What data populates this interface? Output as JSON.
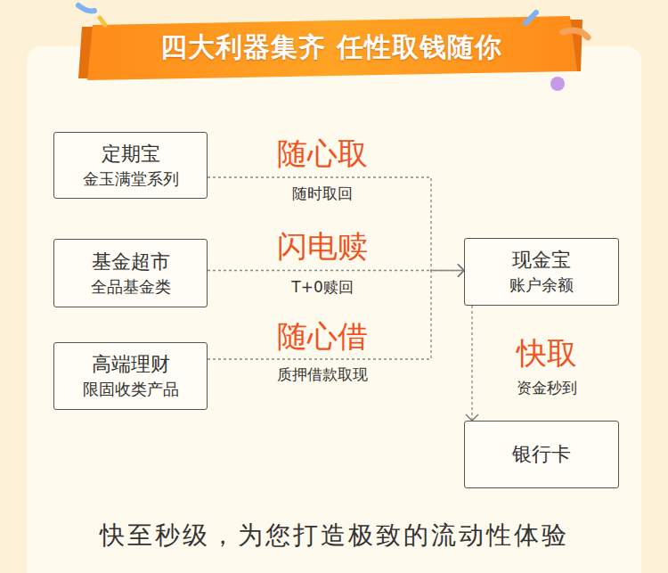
{
  "diagram": {
    "title": "四大利器集齐 任性取钱随你",
    "caption": "快至秒级，为您打造极致的流动性体验",
    "nodes": [
      {
        "text": [
          "定期宝",
          "金玉满堂系列"
        ]
      },
      {
        "text": [
          "基金超市",
          "全品基金类"
        ]
      },
      {
        "text": [
          "高端理财",
          "限固收类产品"
        ]
      },
      {
        "text": [
          "现金宝",
          "账户余额"
        ]
      },
      {
        "text": [
          "银行卡"
        ]
      }
    ],
    "edges": [
      {
        "from": 0,
        "to": 3,
        "label": "随心取",
        "arrow": "to"
      },
      {
        "from": 1,
        "to": 3,
        "label": "闪电赎",
        "arrow": "to"
      },
      {
        "from": 2,
        "to": 3,
        "label": "随心借",
        "arrow": "to"
      },
      {
        "from": 3,
        "to": 4,
        "label": "快取",
        "arrow": "to"
      }
    ],
    "labels": [
      "随时取回",
      "T+0赎回",
      "质押借款取现",
      "资金秒到"
    ]
  }
}
